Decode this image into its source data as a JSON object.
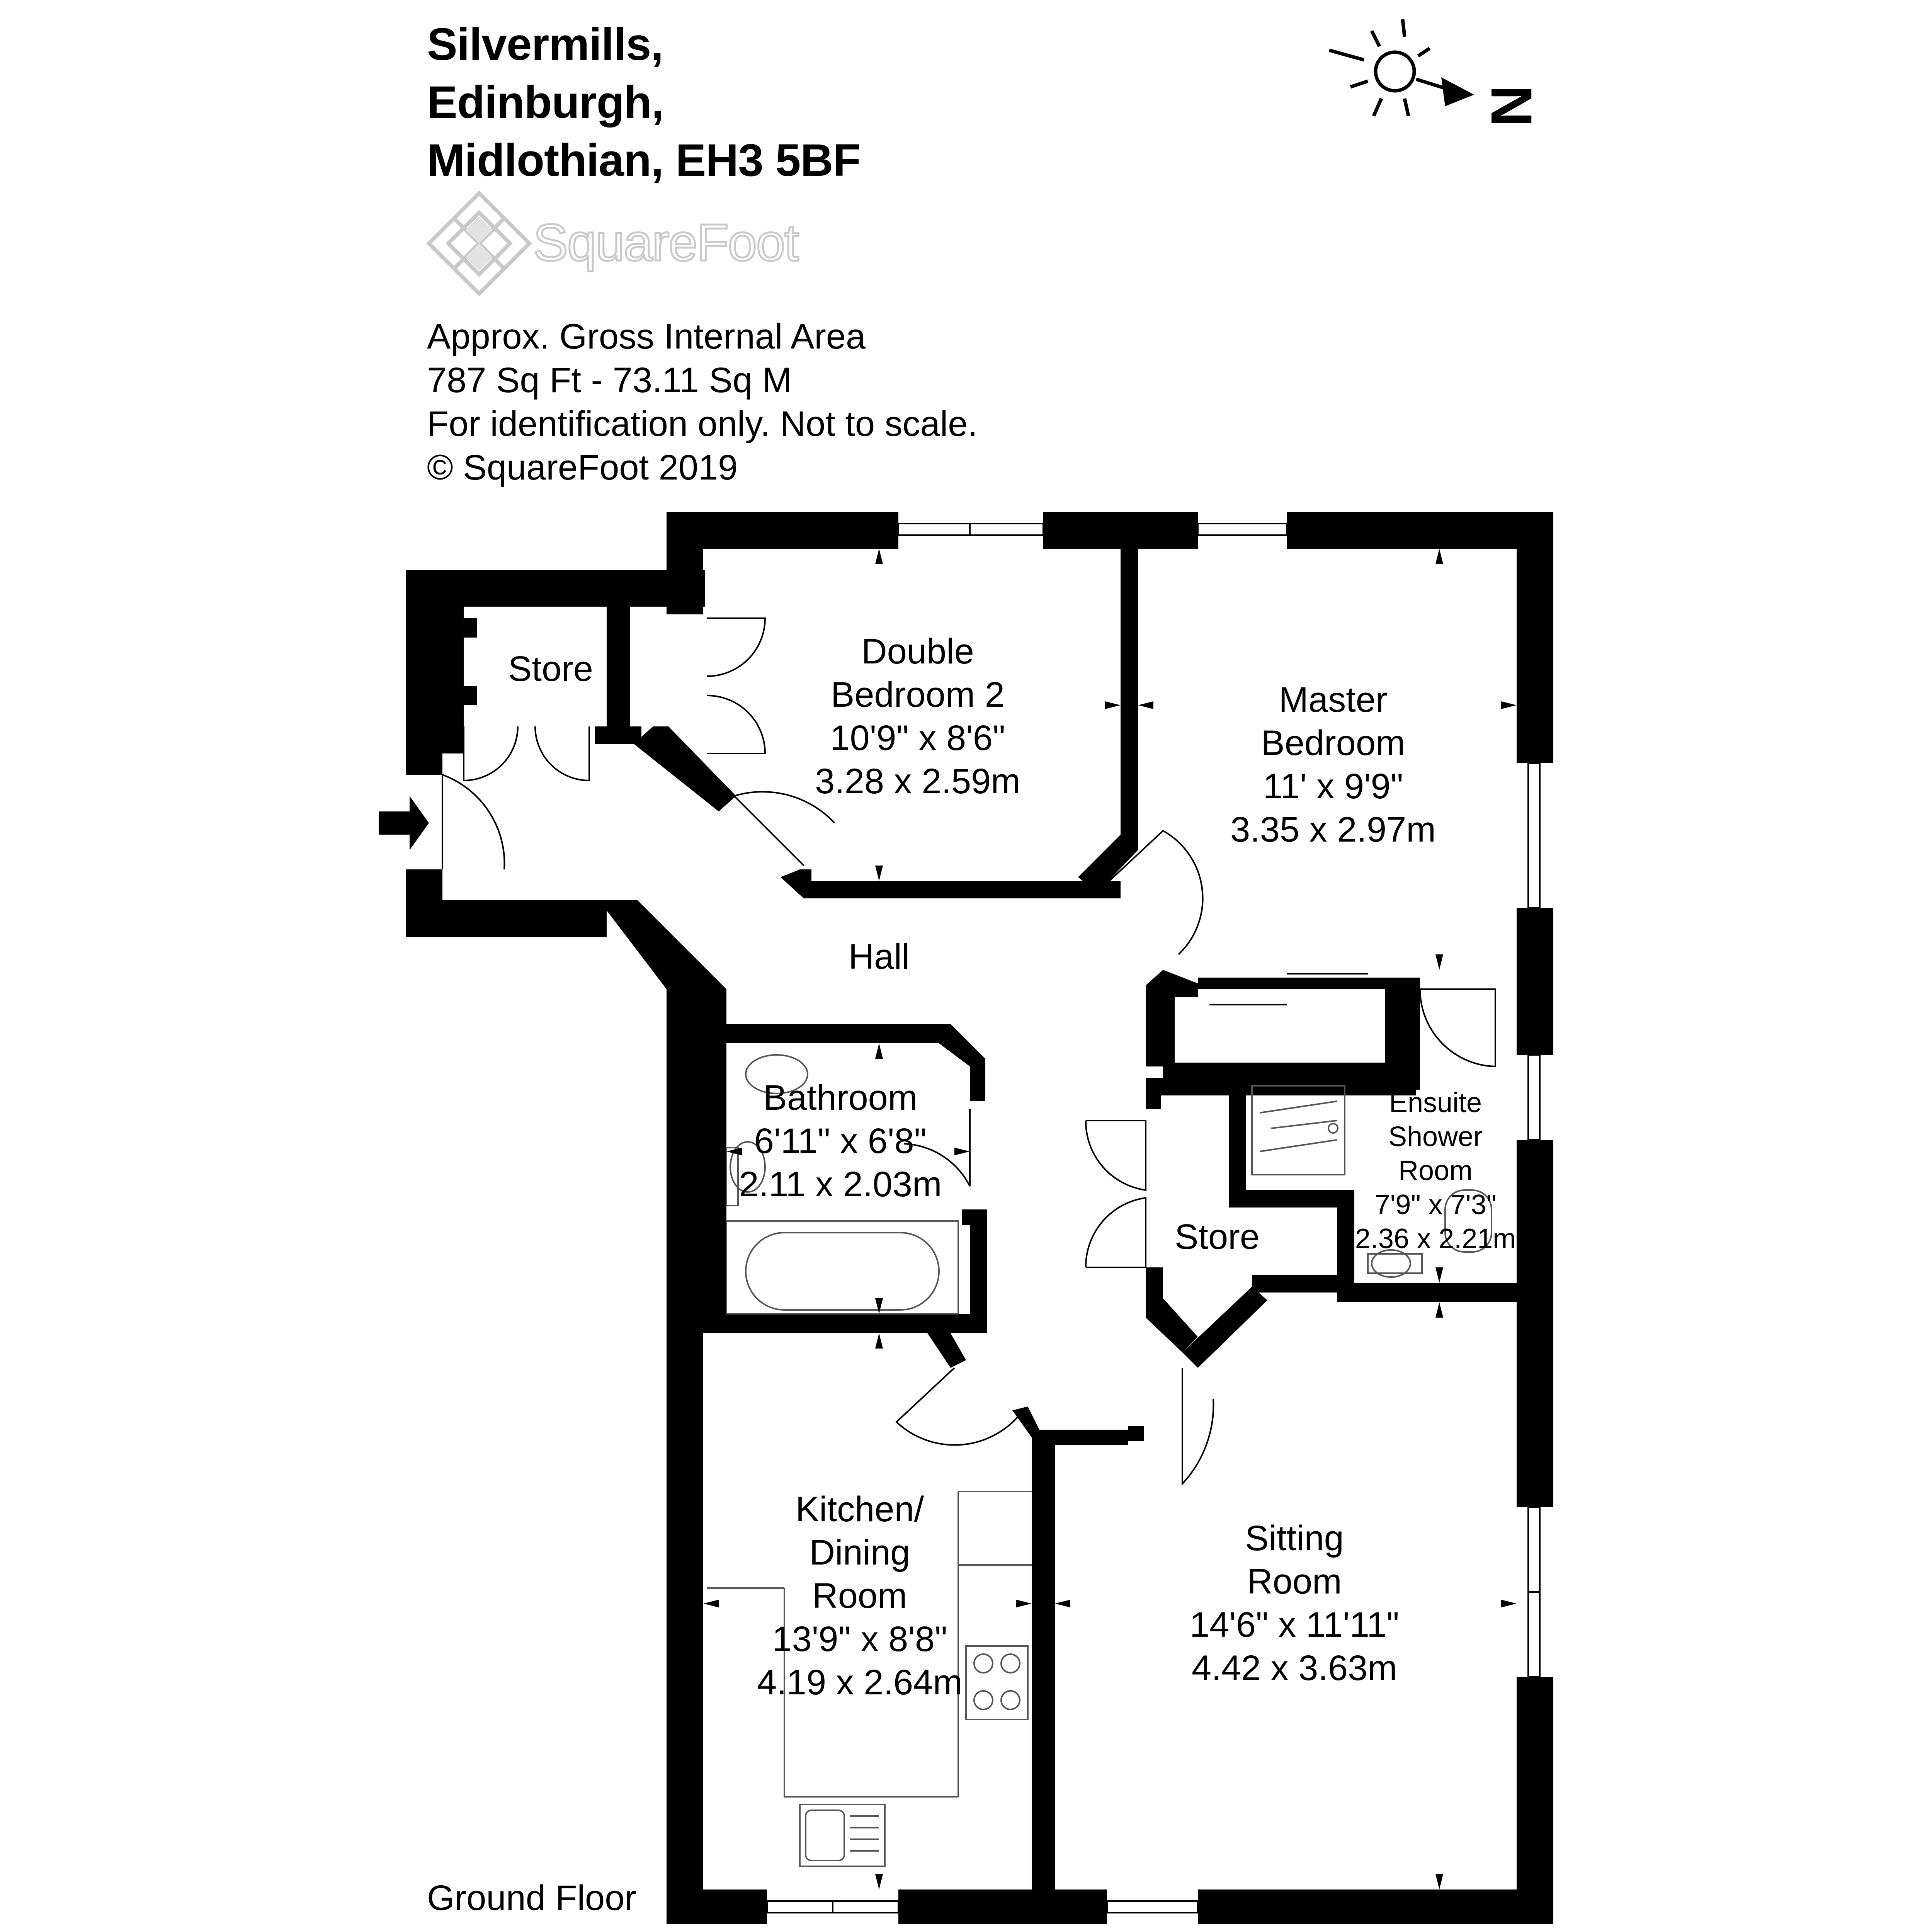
{
  "address": {
    "line1": "Silvermills,",
    "line2": "Edinburgh,",
    "line3": "Midlothian, EH3 5BF"
  },
  "logo": {
    "text": "SquareFoot"
  },
  "info": {
    "area_title": "Approx. Gross Internal Area",
    "area_value": "787 Sq Ft  -  73.11 Sq M",
    "disclaimer": "For identification only. Not to scale.",
    "copyright": "© SquareFoot 2019"
  },
  "compass": {
    "north_label": "N"
  },
  "rooms": {
    "store_entrance": {
      "name": "Store"
    },
    "double_bedroom_2": {
      "name_line1": "Double",
      "name_line2": "Bedroom 2",
      "imperial": "10'9\" x 8'6\"",
      "metric": "3.28 x 2.59m"
    },
    "master_bedroom": {
      "name_line1": "Master",
      "name_line2": "Bedroom",
      "imperial": "11' x 9'9\"",
      "metric": "3.35 x 2.97m"
    },
    "hall": {
      "name": "Hall"
    },
    "bathroom": {
      "name": "Bathroom",
      "imperial": "6'11\" x 6'8\"",
      "metric": "2.11 x 2.03m"
    },
    "ensuite": {
      "name_line1": "Ensuite",
      "name_line2": "Shower",
      "name_line3": "Room",
      "imperial": "7'9\" x 7'3\"",
      "metric": "2.36 x 2.21m"
    },
    "store_hall": {
      "name": "Store"
    },
    "kitchen": {
      "name_line1": "Kitchen/",
      "name_line2": "Dining",
      "name_line3": "Room",
      "imperial": "13'9\" x 8'8\"",
      "metric": "4.19 x 2.64m"
    },
    "sitting_room": {
      "name_line1": "Sitting",
      "name_line2": "Room",
      "imperial": "14'6\" x 11'11\"",
      "metric": "4.42 x 3.63m"
    }
  },
  "floor_label": "Ground Floor"
}
